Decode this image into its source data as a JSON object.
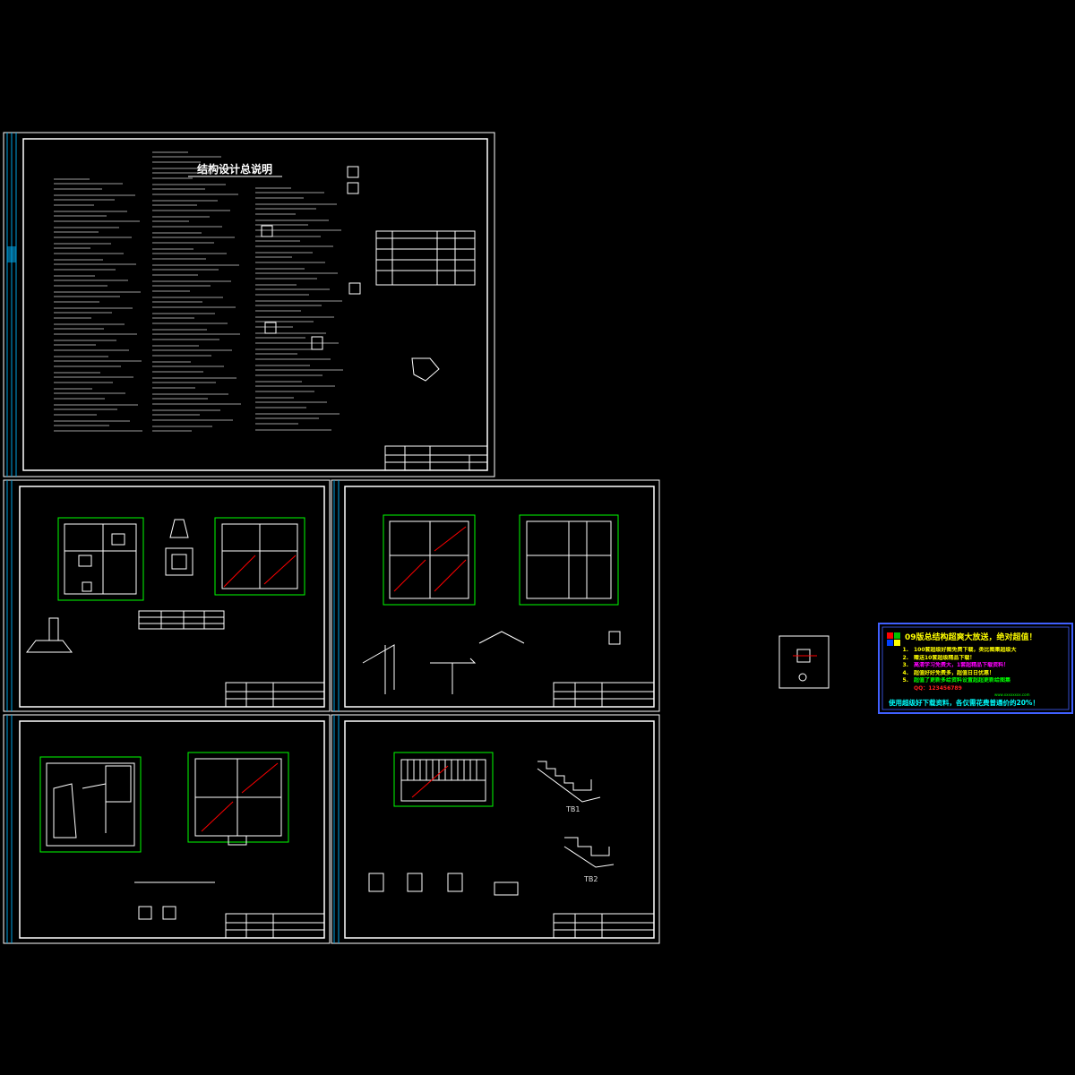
{
  "colors": {
    "background": "#000000",
    "frame": "#ffffff",
    "strip": "#00a0e0",
    "dim": "#00ff00",
    "accent_red": "#ff0000",
    "ad_border": "#4060ff",
    "ad_title": "#ffff00",
    "ad_green": "#00ff00",
    "ad_magenta": "#ff00ff",
    "ad_red": "#ff2020",
    "ad_yellow": "#ffff00"
  },
  "sheet1": {
    "title": "结构设计总说明",
    "label_tb1": "TB1",
    "label_tb2": "TB2"
  },
  "advert": {
    "headline": "09版总结构超爽大放送，绝对超值！",
    "lines": [
      {
        "num": "1.",
        "text": "100套超级好图免费下载，类比图集超级大",
        "color": "#ffff00"
      },
      {
        "num": "2.",
        "text": "赠送10套超级精品下载！",
        "color": "#ffff00"
      },
      {
        "num": "3.",
        "text": "高清学习免费大，1套超精品下载资料！",
        "color": "#ff00ff"
      },
      {
        "num": "4.",
        "text": "超值好好免费多，超值日日优惠！",
        "color": "#ffff00"
      },
      {
        "num": "5.",
        "text": "超值了更新多给资料设置超超更新给图集",
        "color": "#00ff00"
      },
      {
        "num": "",
        "text": "QQ：123456789",
        "color": "#ff2020"
      }
    ],
    "footer": "使用超级好下载资料，各仅需花费普通价的20%！",
    "footnote": "www.xxxxxxxx.com"
  }
}
